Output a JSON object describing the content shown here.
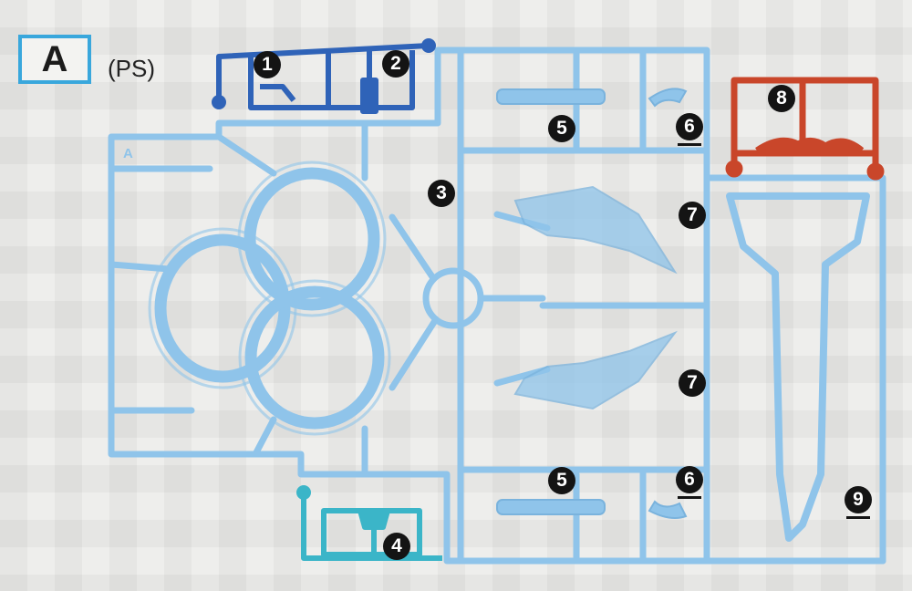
{
  "sheet": {
    "runner_letter": "A",
    "material": "(PS)",
    "frame_letter": "A"
  },
  "parts": [
    {
      "label": "1",
      "underlined": false,
      "color": "#2f63b8"
    },
    {
      "label": "2",
      "underlined": false,
      "color": "#2f63b8"
    },
    {
      "label": "3",
      "underlined": false,
      "color": "#8fc4ea"
    },
    {
      "label": "4",
      "underlined": false,
      "color": "#3bb5c8"
    },
    {
      "label": "5",
      "underlined": false,
      "color": "#8fc4ea"
    },
    {
      "label": "5",
      "underlined": false,
      "color": "#8fc4ea"
    },
    {
      "label": "6",
      "underlined": true,
      "color": "#8fc4ea"
    },
    {
      "label": "6",
      "underlined": true,
      "color": "#8fc4ea"
    },
    {
      "label": "7",
      "underlined": false,
      "color": "#8fc4ea"
    },
    {
      "label": "7",
      "underlined": false,
      "color": "#8fc4ea"
    },
    {
      "label": "8",
      "underlined": false,
      "color": "#c9462a"
    },
    {
      "label": "9",
      "underlined": true,
      "color": "#8fc4ea"
    }
  ],
  "colors": {
    "runner_light_blue": "#8fc4ea",
    "runner_dark_blue": "#2f63b8",
    "runner_red": "#c9462a",
    "runner_teal": "#3bb5c8",
    "badge_border": "#39a7dc"
  }
}
